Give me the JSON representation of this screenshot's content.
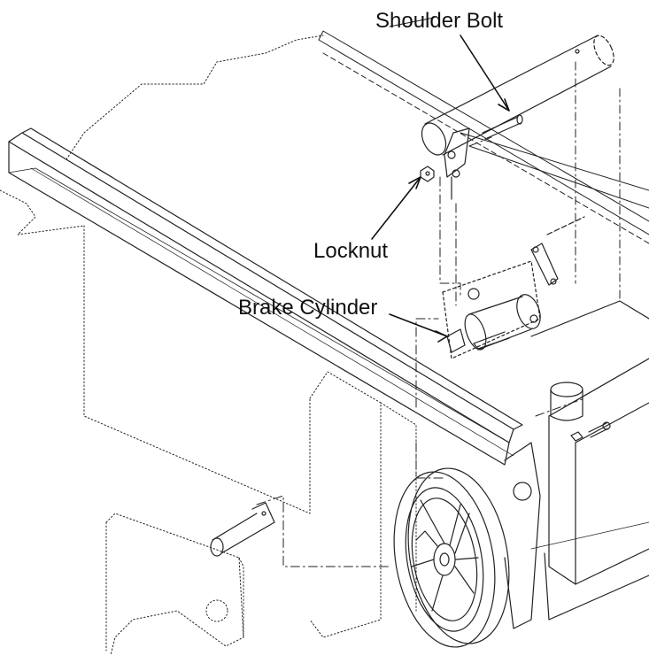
{
  "diagram": {
    "callouts": {
      "shoulder_bolt": "Shoulder Bolt",
      "locknut": "Locknut",
      "brake_cylinder": "Brake Cylinder"
    },
    "colors": {
      "line": "#222222",
      "background": "#ffffff"
    }
  }
}
